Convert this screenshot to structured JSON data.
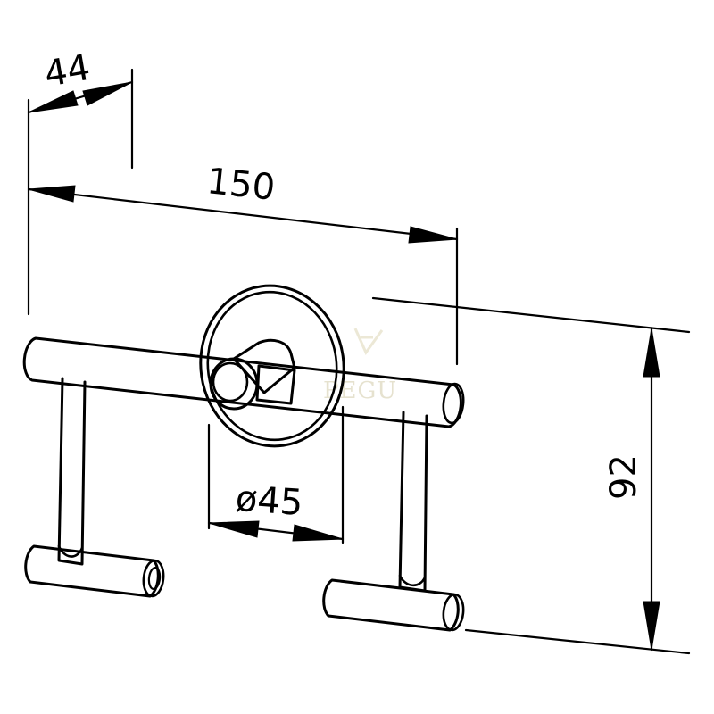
{
  "dimensions": {
    "depth": "44",
    "width": "150",
    "diameter": "ø45",
    "height": "92"
  },
  "watermark": {
    "text": "PEGU"
  },
  "colors": {
    "line": "#000000",
    "background": "#ffffff",
    "watermark": "#e6e2cf"
  }
}
